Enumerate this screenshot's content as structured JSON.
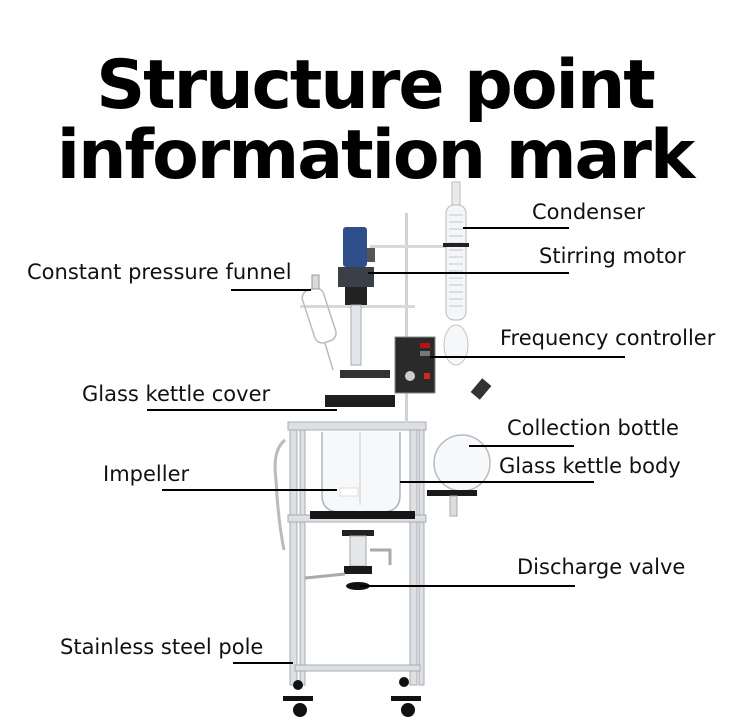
{
  "title": {
    "line1": "Structure point",
    "line2": "information mark"
  },
  "labels": {
    "condenser": "Condenser",
    "stirring_motor": "Stirring motor",
    "constant_pressure_funnel": "Constant pressure funnel",
    "frequency_controller": "Frequency controller",
    "glass_kettle_cover": "Glass kettle cover",
    "collection_bottle": "Collection bottle",
    "glass_kettle_body": "Glass kettle body",
    "impeller": "Impeller",
    "discharge_valve": "Discharge valve",
    "stainless_steel_pole": "Stainless steel pole"
  },
  "colors": {
    "motor_blue": "#2f4f8a",
    "frame_silver": "#c9ccd0",
    "black_parts": "#1a1a1a",
    "controller_panel": "#222222"
  }
}
